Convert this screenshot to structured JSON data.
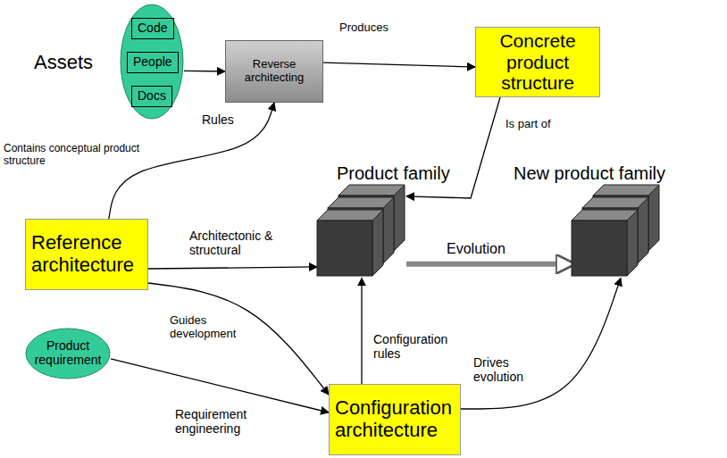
{
  "diagram": {
    "nodes": [
      {
        "text": [
          "Assets"
        ]
      },
      {
        "text": [
          "Code"
        ],
        "in": 0
      },
      {
        "text": [
          "People"
        ],
        "in": 0
      },
      {
        "text": [
          "Docs"
        ],
        "in": 0
      },
      {
        "text": [
          "Reverse architecting"
        ]
      },
      {
        "text": [
          "Concrete product structure"
        ]
      },
      {
        "text": [
          "Product family"
        ]
      },
      {
        "text": [
          "New product family"
        ]
      },
      {
        "text": [
          "Reference architecture"
        ]
      },
      {
        "text": [
          "Product requirement"
        ]
      },
      {
        "text": [
          "Configuration architecture"
        ]
      }
    ],
    "edges": [
      {
        "from": 0,
        "to": 4,
        "arrow": "to"
      },
      {
        "from": 4,
        "to": 5,
        "label": "Produces",
        "arrow": "to"
      },
      {
        "from": 5,
        "to": 6,
        "label": "Is part of",
        "arrow": "to"
      },
      {
        "from": 8,
        "to": 4,
        "label": "Rules",
        "arrow": "to"
      },
      {
        "from": 8,
        "to": 6,
        "label": "Architectonic & structural",
        "arrow": "to"
      },
      {
        "from": 8,
        "to": 10,
        "label": "Guides development",
        "arrow": "to"
      },
      {
        "from": 6,
        "to": 7,
        "label": "Evolution",
        "arrow": "to"
      },
      {
        "from": 10,
        "to": 6,
        "label": "Configuration rules",
        "arrow": "to"
      },
      {
        "from": 10,
        "to": 7,
        "label": "Drives evolution",
        "arrow": "to"
      },
      {
        "from": 9,
        "to": 10,
        "label": "Requirement engineering",
        "arrow": "to"
      }
    ],
    "labels": [
      "Contains conceptual product structure"
    ]
  }
}
